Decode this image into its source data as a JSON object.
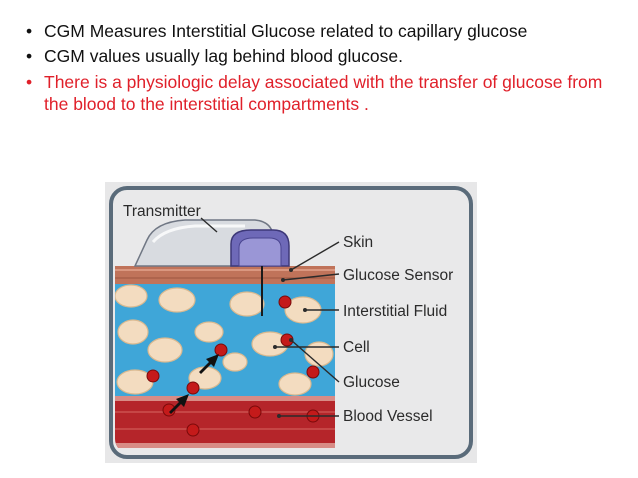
{
  "bullets": [
    {
      "text": "CGM Measures Interstitial Glucose related to capillary glucose",
      "color": "#111111"
    },
    {
      "text": "CGM values usually lag behind blood glucose.",
      "color": "#111111"
    },
    {
      "text": "There is a physiologic delay associated with the transfer of glucose from the blood to the interstitial compartments .",
      "color": "#e0202a"
    }
  ],
  "figure": {
    "labels": {
      "transmitter": "Transmitter",
      "skin": "Skin",
      "glucose_sensor": "Glucose Sensor",
      "interstitial_fluid": "Interstitial Fluid",
      "cell": "Cell",
      "glucose": "Glucose",
      "blood_vessel": "Blood Vessel"
    },
    "colors": {
      "frame": "#5a6b7a",
      "skin": "#c0735a",
      "interstitial": "#3fa6d8",
      "cell": "#f3dcc0",
      "glucose": "#c41a1a",
      "blood_vessel": "#b5252a",
      "arrow": "#111111"
    }
  }
}
